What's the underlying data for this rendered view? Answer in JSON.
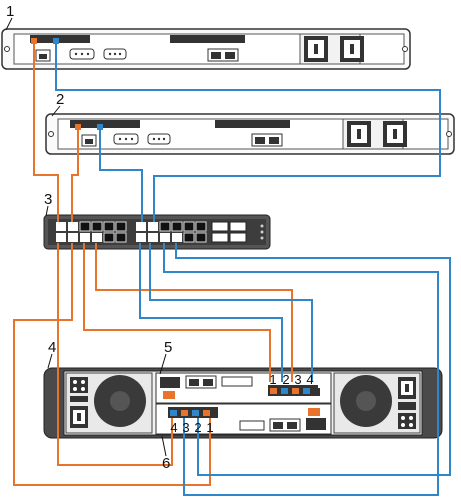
{
  "callouts": {
    "c1": "1",
    "c2": "2",
    "c3": "3",
    "c4": "4",
    "c5": "5",
    "c6": "6"
  },
  "controller_a_ports": [
    "1",
    "2",
    "3",
    "4"
  ],
  "controller_b_ports": [
    "4",
    "3",
    "2",
    "1"
  ],
  "colors": {
    "orange_cable": "#e8742c",
    "blue_cable": "#2f86c8",
    "chassis_gray": "#4a4a4a",
    "panel_light": "#f2f2f2"
  },
  "icons": {
    "power_socket": "power-socket-icon",
    "rj45_port": "rj45-port-icon",
    "serial_port": "serial-port-icon",
    "fan": "fan-icon",
    "sfp_port": "sfp-port-icon"
  }
}
